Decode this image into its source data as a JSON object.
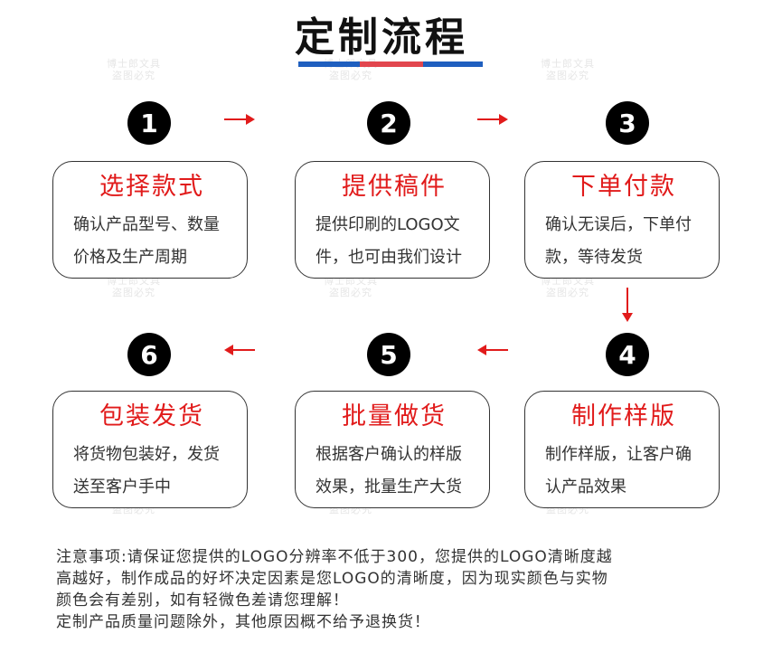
{
  "title": "定制流程",
  "watermark": "博士郎文具\n盗图必究",
  "steps": [
    {
      "num": "1",
      "title": "选择款式",
      "text": "确认产品型号、数量\n价格及生产周期"
    },
    {
      "num": "2",
      "title": "提供稿件",
      "text": "提供印刷的LOGO文\n件，也可由我们设计"
    },
    {
      "num": "3",
      "title": "下单付款",
      "text": "确认无误后，下单付\n款，等待发货"
    },
    {
      "num": "4",
      "title": "制作样版",
      "text": "制作样版，让客户确\n认产品效果"
    },
    {
      "num": "5",
      "title": "批量做货",
      "text": "根据客户确认的样版\n效果，批量生产大货"
    },
    {
      "num": "6",
      "title": "包装发货",
      "text": "将货物包装好，发货\n送至客户手中"
    }
  ],
  "note": {
    "line1": "注意事项:请保证您提供的LOGO分辨率不低于300，您提供的LOGO清晰度越",
    "line2": "高越好，制作成品的好坏决定因素是您LOGO的清晰度，因为现实颜色与实物",
    "line3": "颜色会有差别，如有轻微色差请您理解！",
    "line4": "定制产品质量问题除外，其他原因概不给予退换货！"
  },
  "colors": {
    "accent_red": "#e11b1b",
    "title_blue": "#1f5fbf",
    "title_red": "#e2464e"
  }
}
